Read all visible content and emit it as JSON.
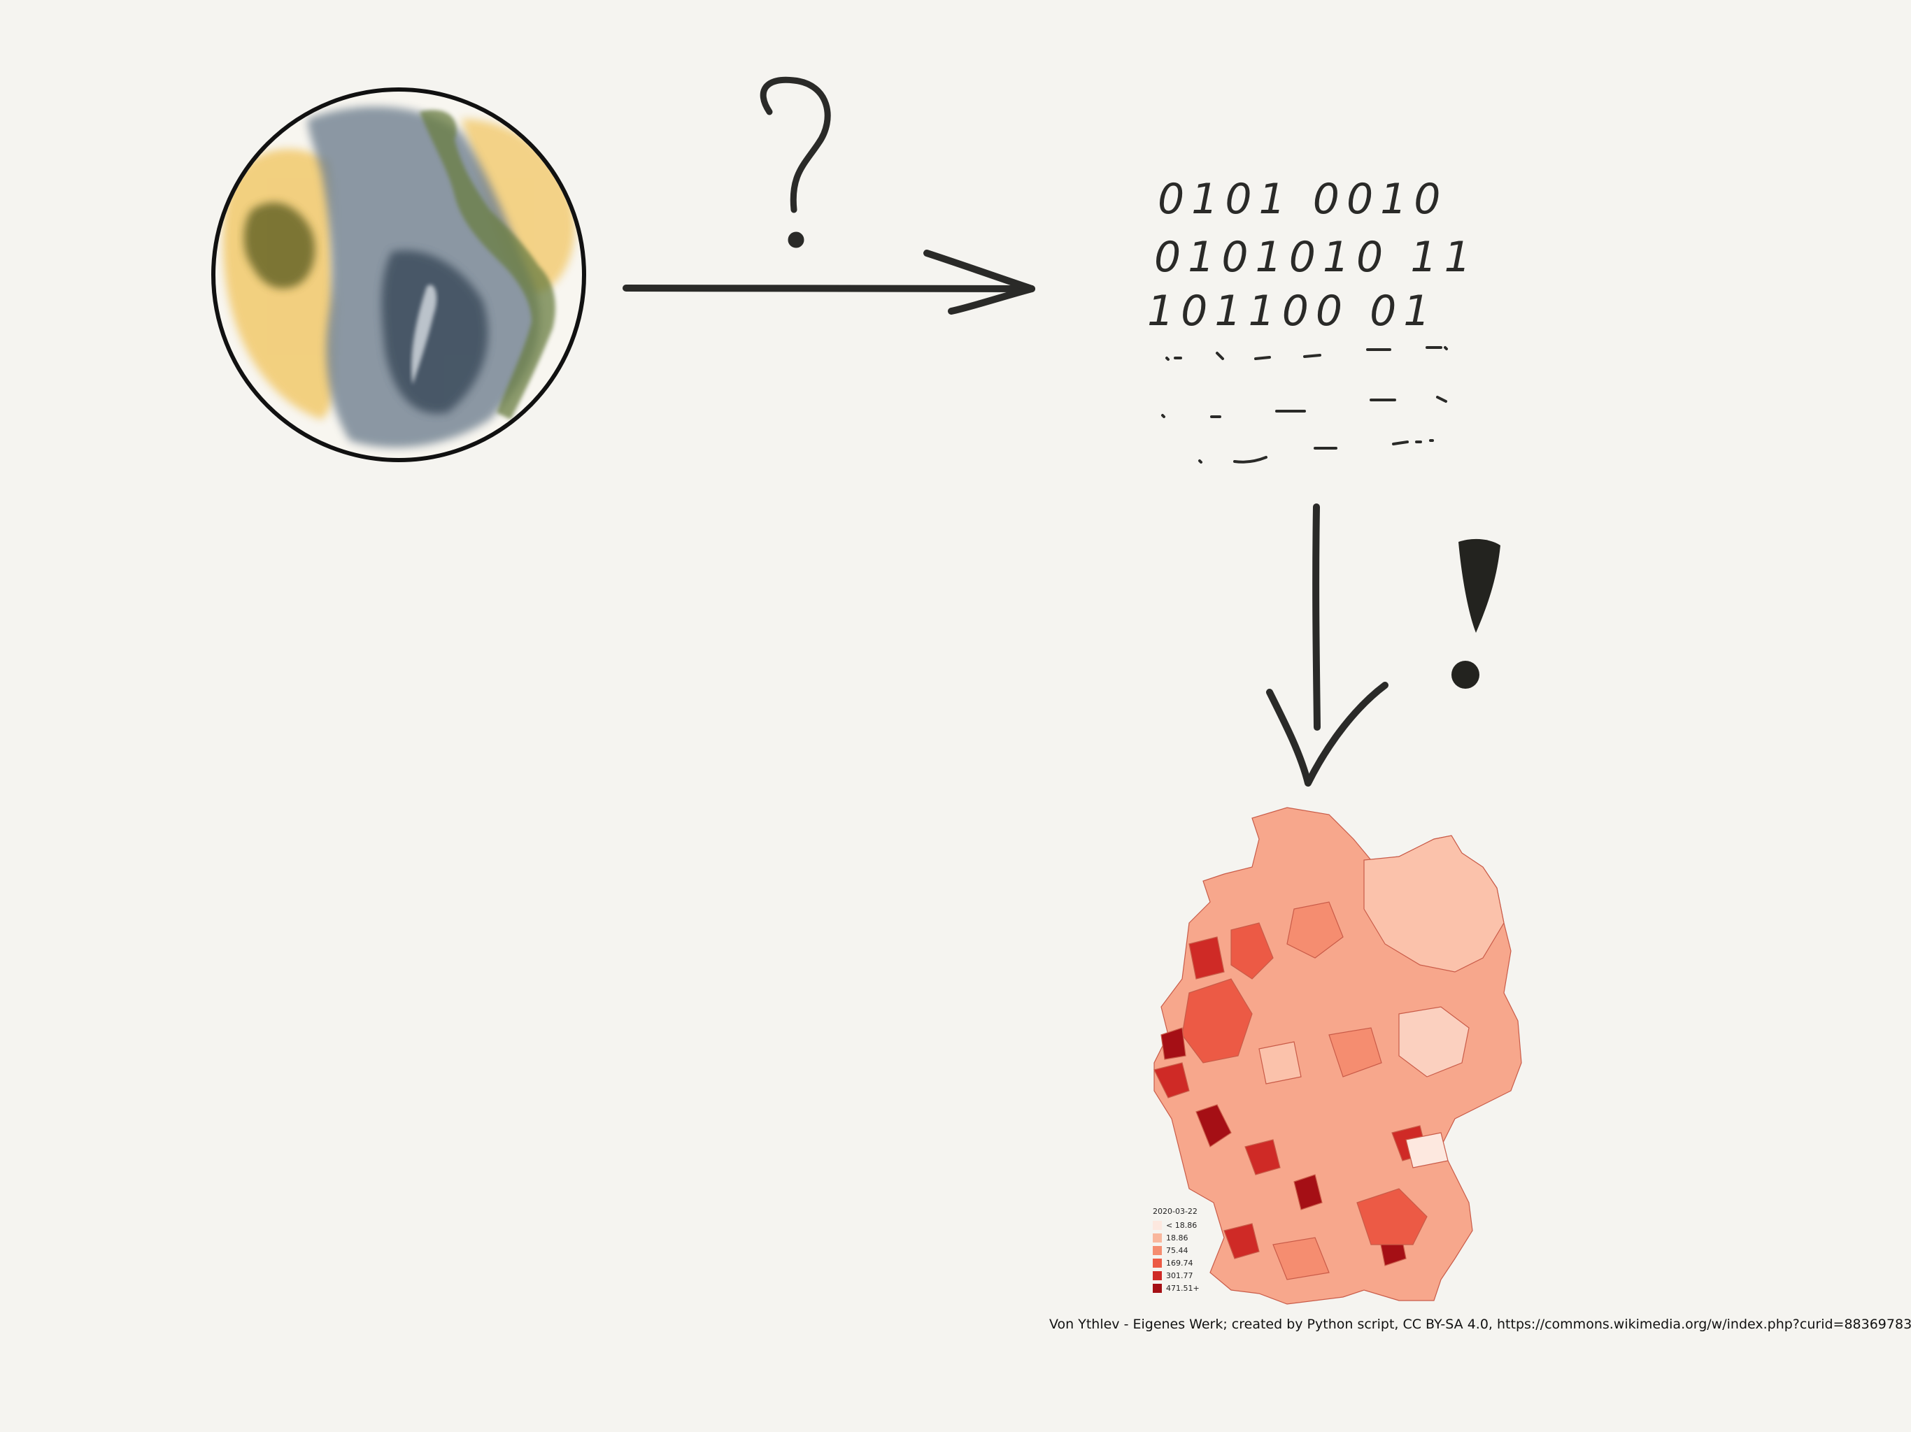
{
  "binary": {
    "rows": [
      "0101 0010",
      "0101010 11",
      "101100 01"
    ]
  },
  "symbols": {
    "question": "?",
    "exclamation": "!"
  },
  "legend": {
    "title": "2020-03-22",
    "items": [
      {
        "label": "< 18.86",
        "color": "#fde8df"
      },
      {
        "label": "18.86",
        "color": "#f9b79d"
      },
      {
        "label": "75.44",
        "color": "#f58d70"
      },
      {
        "label": "169.74",
        "color": "#ec5a45"
      },
      {
        "label": "301.77",
        "color": "#cf2a26"
      },
      {
        "label": "471.51+",
        "color": "#a50f15"
      }
    ]
  },
  "caption": "Von Ythlev - Eigenes Werk; created by Python script, CC BY-SA 4.0, https://commons.wikimedia.org/w/index.php?curid=88369783",
  "colors": {
    "background": "#f5f4f0",
    "ink": "#2a2a28",
    "globe_blue": "#4d5d6d",
    "globe_yellow": "#f1c35a",
    "globe_green": "#6b7e42"
  }
}
